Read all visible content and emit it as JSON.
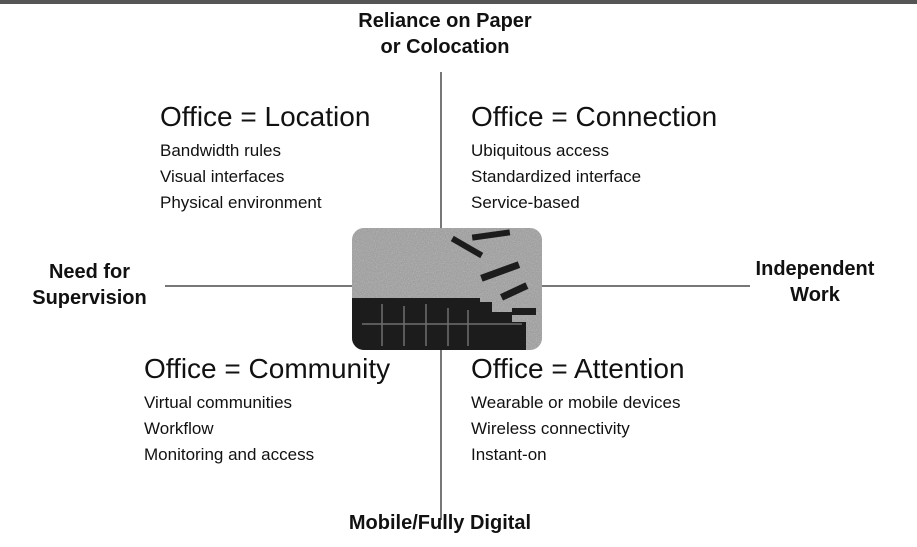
{
  "axes": {
    "top_line1": "Reliance on Paper",
    "top_line2": "or Colocation",
    "bottom": "Mobile/Fully Digital",
    "left_line1": "Need for",
    "left_line2": "Supervision",
    "right_line1": "Independent",
    "right_line2": "Work"
  },
  "quadrants": {
    "top_left": {
      "title": "Office = Location",
      "items": [
        "Bandwidth rules",
        "Visual interfaces",
        "Physical environment"
      ]
    },
    "top_right": {
      "title": "Office = Connection",
      "items": [
        "Ubiquitous access",
        "Standardized interface",
        "Service-based"
      ]
    },
    "bottom_left": {
      "title": "Office = Community",
      "items": [
        "Virtual communities",
        "Workflow",
        "Monitoring and access"
      ]
    },
    "bottom_right": {
      "title": "Office = Attention",
      "items": [
        "Wearable or mobile devices",
        "Wireless connectivity",
        "Instant-on"
      ]
    }
  },
  "colors": {
    "texture": "#9a9a9a",
    "dark_block": "#1c1c1c",
    "line": "#777777"
  }
}
